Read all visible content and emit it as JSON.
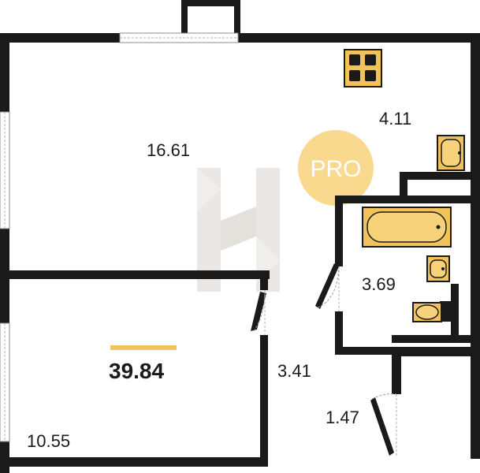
{
  "plan": {
    "total_area": "39.84",
    "badge": "PRO",
    "rooms": [
      {
        "key": "living",
        "area": "16.61"
      },
      {
        "key": "kitchen",
        "area": "4.11"
      },
      {
        "key": "bathroom",
        "area": "3.69"
      },
      {
        "key": "bedroom",
        "area": "10.55"
      },
      {
        "key": "corridor",
        "area": "3.41"
      },
      {
        "key": "hall",
        "area": "1.47"
      }
    ],
    "colors": {
      "wall": "#1a1a1a",
      "fixture": "#f2c35a",
      "badge": "#f7d27a",
      "total_underline": "#f2c35a",
      "watermark": "#d9d4cf"
    }
  }
}
